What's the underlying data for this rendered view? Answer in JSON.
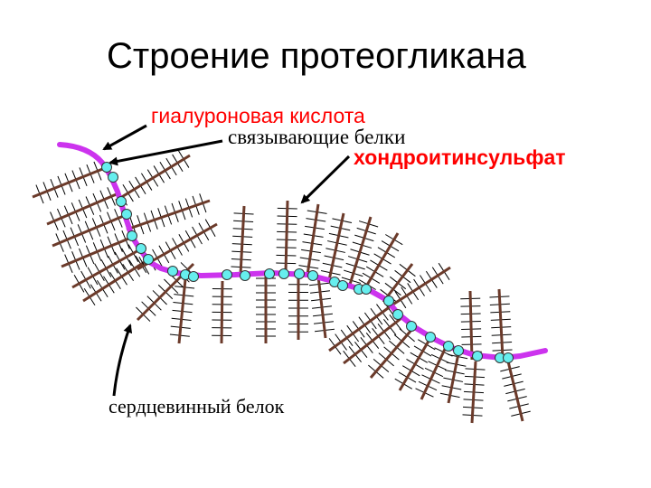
{
  "title": "Строение протеогликана",
  "labels": {
    "hyaluronic_acid": "гиалуроновая кислота",
    "link_proteins": "связывающие белки",
    "chondroitin_sulfate": "хондроитинсульфат",
    "core_protein": "сердцевинный белок"
  },
  "colors": {
    "hyaluronic_acid": "#cc33ee",
    "link_protein": "#66eeee",
    "core_protein": "#6b3a2a",
    "chondroitin_sulfate": "#000000",
    "hyaluronic_acid_label": "#ff0000",
    "chondroitin_sulfate_label": "#ff0000",
    "text": "#000000"
  }
}
